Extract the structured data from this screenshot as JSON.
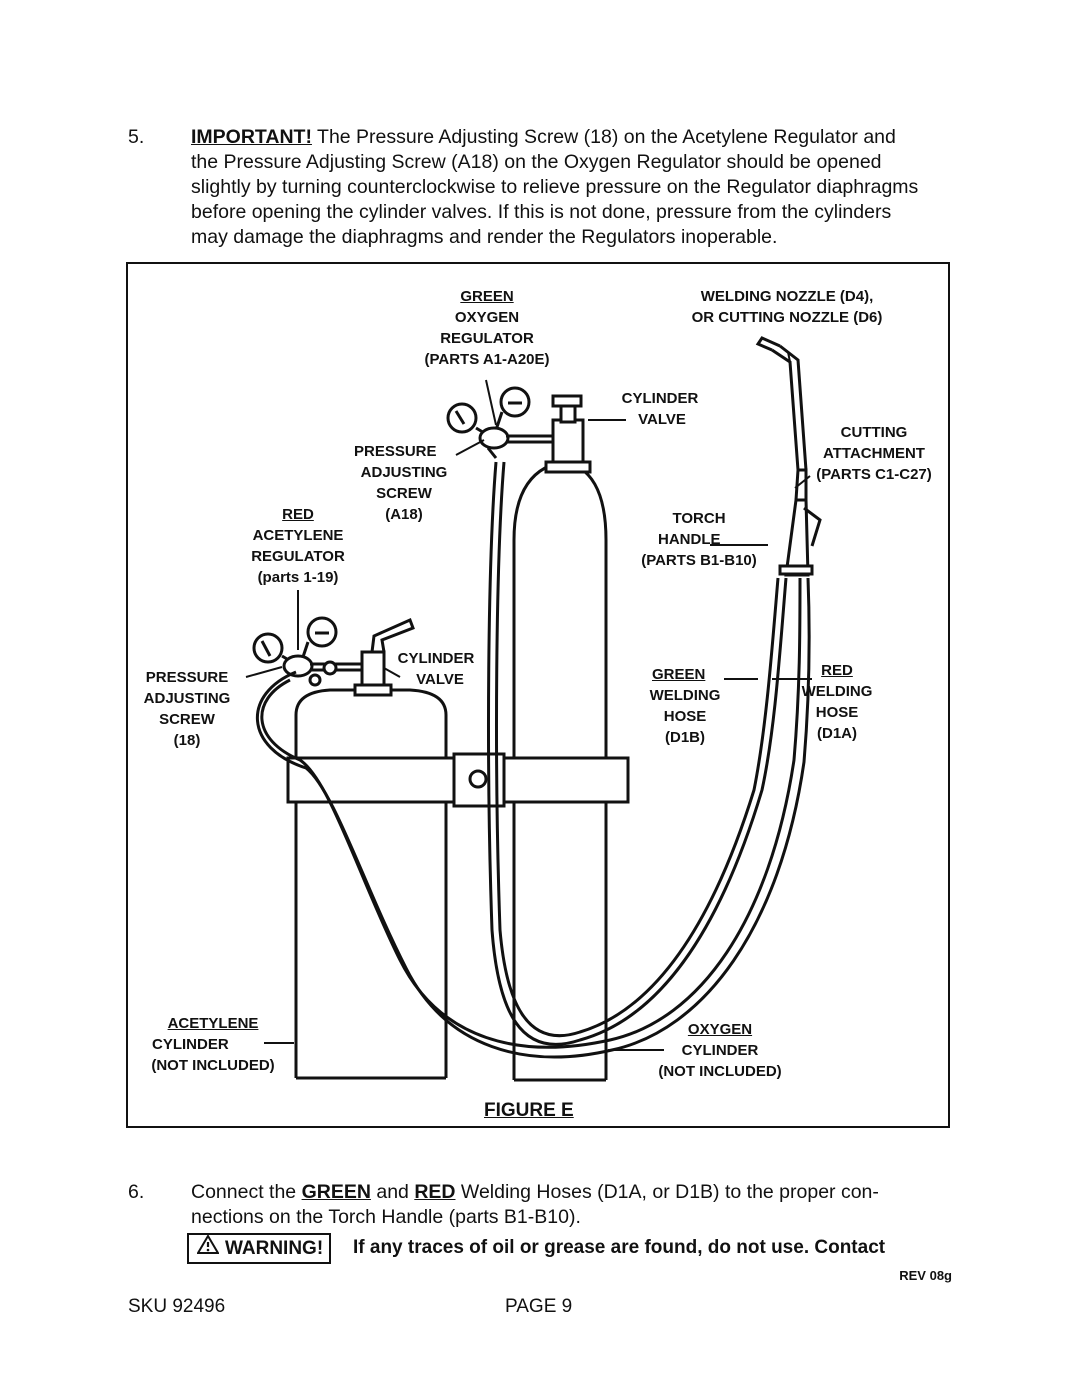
{
  "step5": {
    "number": "5.",
    "important": "IMPORTANT!",
    "lines": [
      "The Pressure Adjusting Screw (18) on the Acetylene Regulator and",
      "the Pressure Adjusting Screw (A18) on the Oxygen Regulator should be opened",
      "slightly by turning counterclockwise to relieve pressure on the Regulator diaphragms",
      "before opening the cylinder valves.  If this is not done, pressure from the cylinders",
      "may damage the diaphragms and render the Regulators inoperable."
    ]
  },
  "figure": {
    "caption": "FIGURE E",
    "labels": {
      "green_oxygen_regulator": [
        "GREEN",
        "OXYGEN",
        "REGULATOR",
        "(PARTS A1-A20E)"
      ],
      "welding_nozzle": [
        "WELDING NOZZLE (D4),",
        "OR CUTTING NOZZLE (D6)"
      ],
      "cylinder_valve_top": [
        "CYLINDER",
        "VALVE"
      ],
      "cutting_attachment": [
        "CUTTING",
        "ATTACHMENT",
        "(PARTS C1-C27)"
      ],
      "pressure_adjusting_screw_a18": [
        "PRESSURE",
        "ADJUSTING",
        "SCREW",
        "(A18)"
      ],
      "red_acetylene_regulator": [
        "RED",
        "ACETYLENE",
        "REGULATOR",
        "(parts 1-19)"
      ],
      "torch_handle": [
        "TORCH",
        "HANDLE",
        "(PARTS B1-B10)"
      ],
      "cylinder_valve_bottom": [
        "CYLINDER",
        "VALVE"
      ],
      "pressure_adjusting_screw_18": [
        "PRESSURE",
        "ADJUSTING",
        "SCREW",
        "(18)"
      ],
      "green_welding_hose": [
        "GREEN",
        "WELDING",
        "HOSE",
        "(D1B)"
      ],
      "red_welding_hose": [
        "RED",
        "WELDING",
        "HOSE",
        "(D1A)"
      ],
      "acetylene_cylinder": [
        "ACETYLENE",
        "CYLINDER",
        "(NOT INCLUDED)"
      ],
      "oxygen_cylinder": [
        "OXYGEN",
        "CYLINDER",
        "(NOT INCLUDED)"
      ]
    }
  },
  "step6": {
    "number": "6.",
    "line1_pre": "Connect the ",
    "green": "GREEN",
    "and": " and ",
    "red": "RED",
    "line1_post": " Welding Hoses (D1A, or D1B) to the proper con-",
    "line2": "nections on the Torch Handle (parts B1-B10)."
  },
  "warning": {
    "icon": "warning-triangle-icon",
    "label": "WARNING!",
    "text": "If any traces of oil or grease are found, do not use.  Contact"
  },
  "footer": {
    "rev": "REV 08g",
    "sku": "SKU 92496",
    "page": "PAGE 9"
  }
}
